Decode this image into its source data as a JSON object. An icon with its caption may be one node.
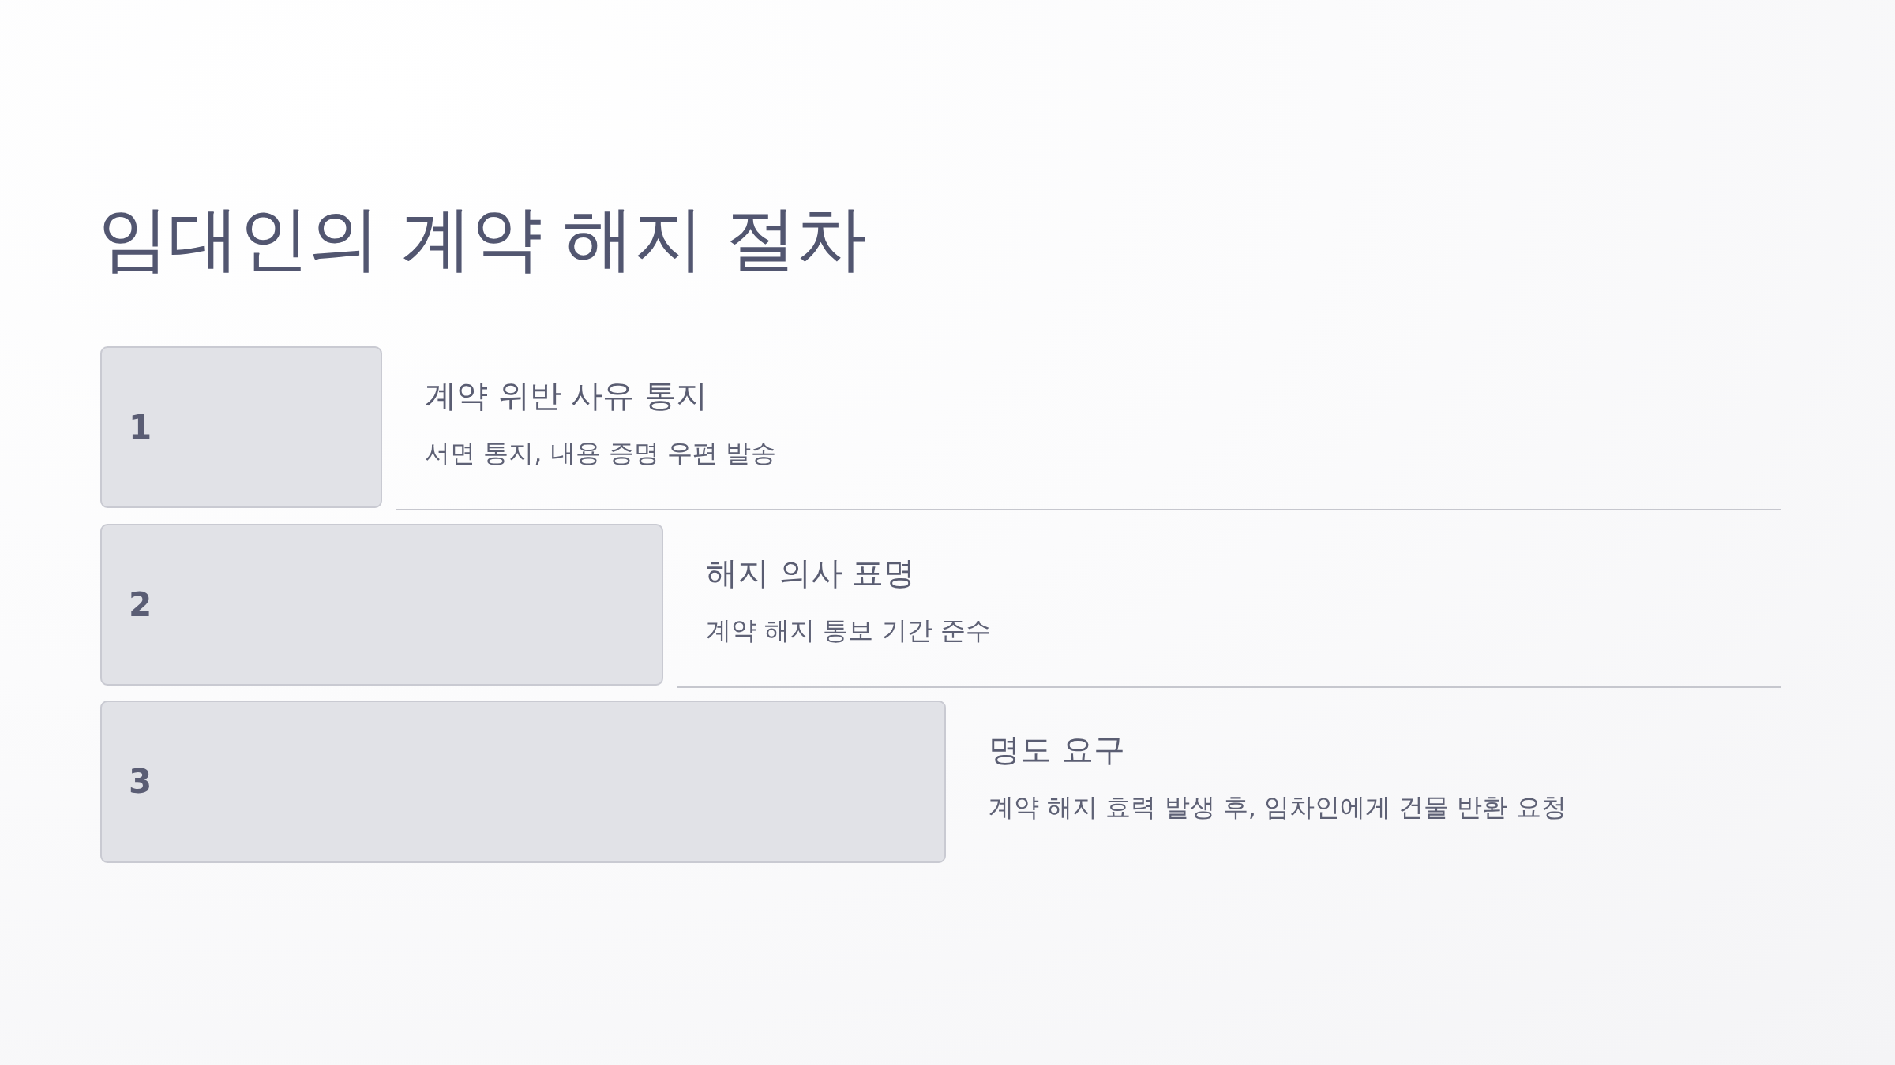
{
  "diagram": {
    "title": "임대인의 계약 해지 절차",
    "nodes": [
      {
        "text": [
          "1"
        ],
        "beside": [
          "계약 위반 사유 통지",
          "서면 통지, 내용 증명 우편 발송"
        ]
      },
      {
        "text": [
          "2"
        ],
        "beside": [
          "해지 의사 표명",
          "계약 해지 통보 기간 준수"
        ]
      },
      {
        "text": [
          "3"
        ],
        "beside": [
          "명도 요구",
          "계약 해지 효력 발생 후, 임차인에게 건물 반환 요청"
        ]
      }
    ],
    "edges": []
  }
}
